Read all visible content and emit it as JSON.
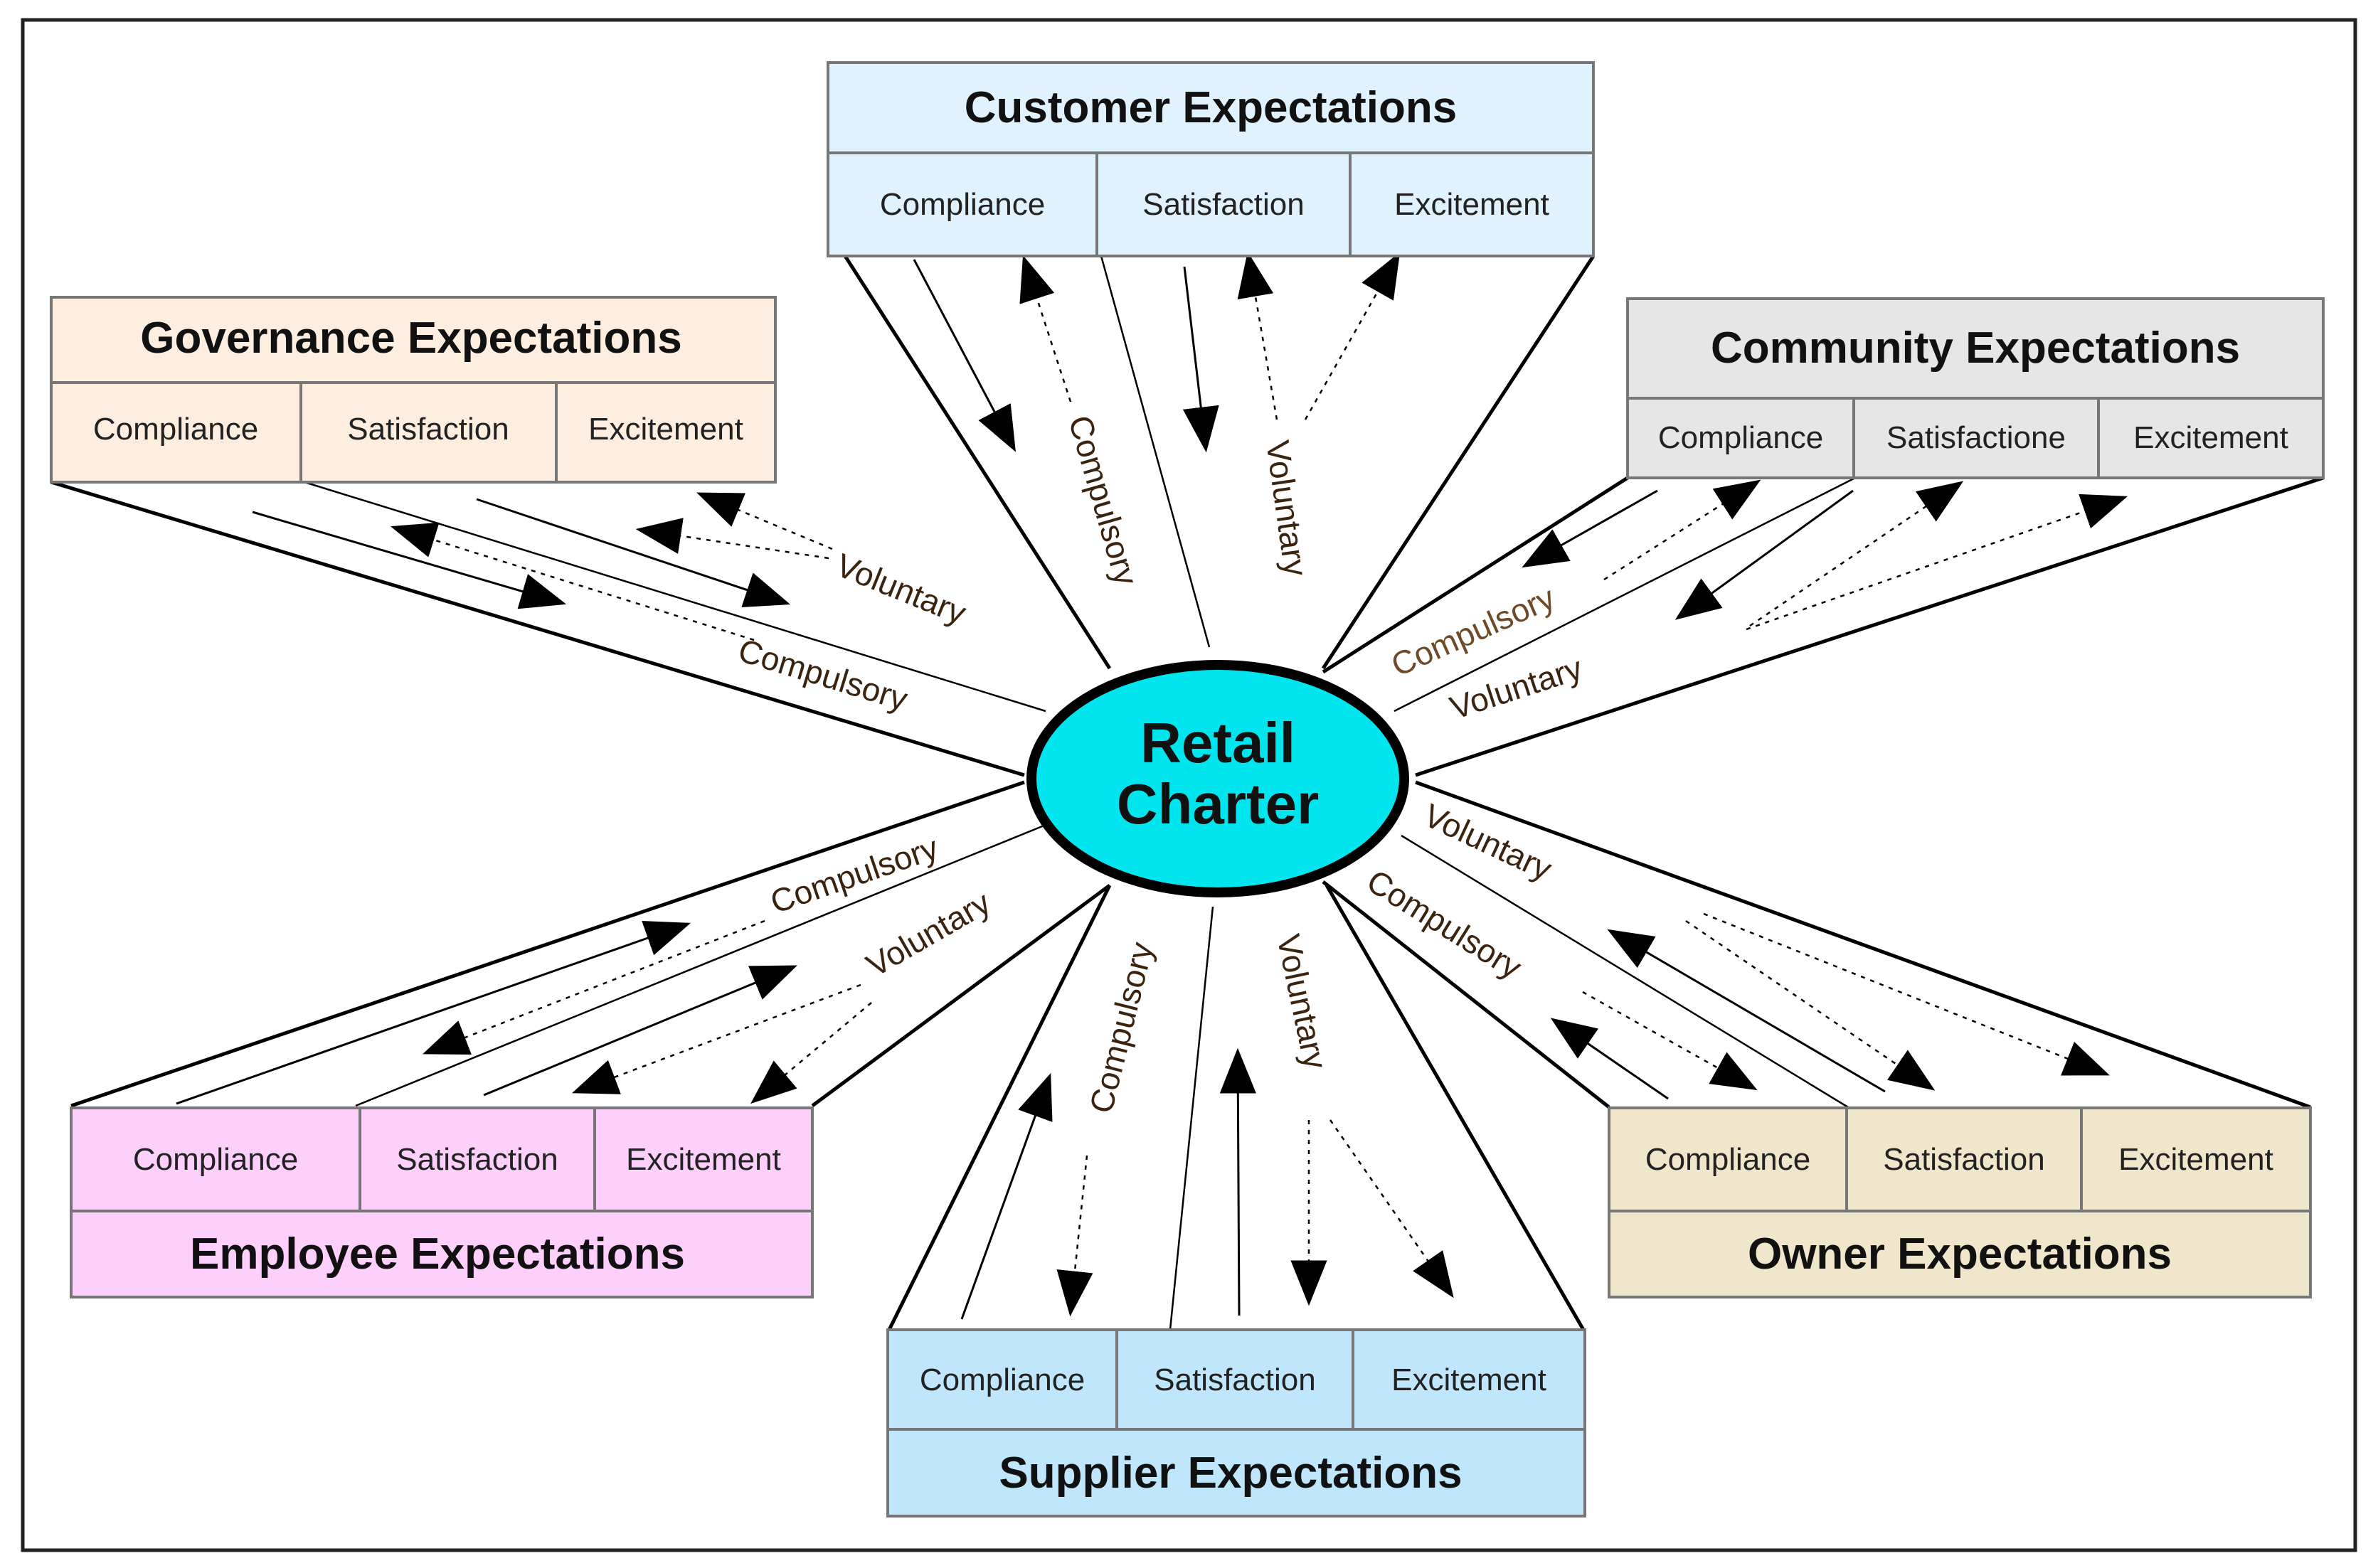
{
  "center": {
    "line1": "Retail",
    "line2": "Charter",
    "fill": "#00e5ee"
  },
  "stakeholders": {
    "customer": {
      "title": "Customer Expectations",
      "fill": "#dff2fd",
      "cells": [
        "Compliance",
        "Satisfaction",
        "Excitement"
      ],
      "flow_labels": [
        "Compulsory",
        "Voluntary"
      ]
    },
    "governance": {
      "title": "Governance Expectations",
      "fill": "#fdeee0",
      "cells": [
        "Compliance",
        "Satisfaction",
        "Excitement"
      ],
      "flow_labels": [
        "Voluntary",
        "Compulsory"
      ]
    },
    "community": {
      "title": "Community Expectations",
      "fill": "#e6e6e6",
      "cells": [
        "Compliance",
        "Satisfactione",
        "Excitement"
      ],
      "flow_labels": [
        "Compulsory",
        "Voluntary"
      ]
    },
    "employee": {
      "title": "Employee Expectations",
      "fill": "#fdd0fb",
      "cells": [
        "Compliance",
        "Satisfaction",
        "Excitement"
      ],
      "flow_labels": [
        "Compulsory",
        "Voluntary"
      ]
    },
    "supplier": {
      "title": "Supplier Expectations",
      "fill": "#bfe6fb",
      "cells": [
        "Compliance",
        "Satisfaction",
        "Excitement"
      ],
      "flow_labels": [
        "Compulsory",
        "Voluntary"
      ]
    },
    "owner": {
      "title": "Owner Expectations",
      "fill": "#efe6cc",
      "cells": [
        "Compliance",
        "Satisfaction",
        "Excitement"
      ],
      "flow_labels": [
        "Voluntary",
        "Compulsory"
      ]
    }
  }
}
